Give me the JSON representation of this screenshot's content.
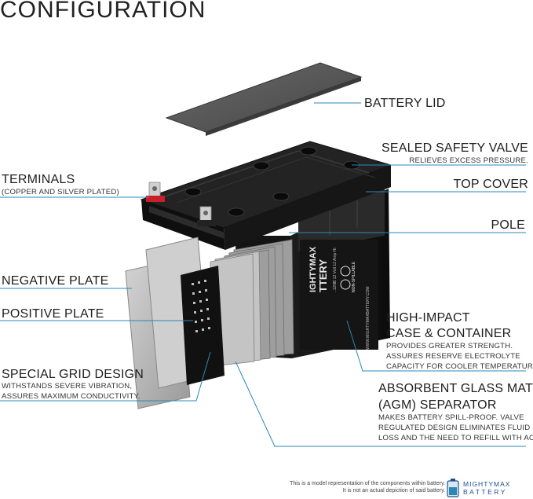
{
  "title": "CONFIGURATION",
  "labels": {
    "battery_lid": "BATTERY LID",
    "sealed_safety_valve": "SEALED SAFETY VALVE",
    "sealed_safety_valve_sub": "RELIEVES EXCESS PRESSURE.",
    "top_cover": "TOP COVER",
    "terminals": "TERMINALS",
    "terminals_sub": "(COPPER AND SILVER PLATED)",
    "pole": "POLE",
    "negative_plate": "NEGATIVE PLATE",
    "positive_plate": "POSITIVE PLATE",
    "high_impact_1": "HIGH-IMPACT",
    "high_impact_2": "CASE & CONTAINER",
    "high_impact_sub_1": "PROVIDES GREATER STRENGTH.",
    "high_impact_sub_2": "ASSURES RESERVE ELECTROLYTE",
    "high_impact_sub_3": "CAPACITY FOR COOLER TEMPERATURES.",
    "special_grid": "SPECIAL GRID DESIGN",
    "special_grid_sub_1": "WITHSTANDS SEVERE VIBRATION,",
    "special_grid_sub_2": "ASSURES MAXIMUM CONDUCTIVITY.",
    "agm_1": "ABSORBENT GLASS MAT",
    "agm_2": "(AGM) SEPARATOR",
    "agm_sub_1": "MAKES BATTERY SPILL-PROOF. VALVE",
    "agm_sub_2": "REGULATED DESIGN ELIMINATES FLUID",
    "agm_sub_3": "LOSS AND THE NEED TO REFILL WITH ACID."
  },
  "battery_label": {
    "brand": "IGHTYMAX",
    "brand_2": "TTERY",
    "model": "..12NB 12 Volt 12 Amp Hr.",
    "non_spillable": "NON-SPILLABLE",
    "website": "WWW.MIGHTYMAXBATTERY.COM"
  },
  "footer": {
    "line1": "This is a model representation of the components within battery.",
    "line2": "It is not an actual depiction of said battery.",
    "logo_line1": "MIGHTYMAX",
    "logo_line2": "BATTERY"
  },
  "colors": {
    "leader_line": "#2a88b8",
    "case": "#1a1a1a",
    "lid": "#5a5a5a",
    "plate": "#b8b8b8",
    "terminal_red": "#c8202a"
  }
}
